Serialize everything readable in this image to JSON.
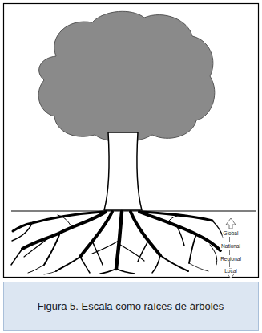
{
  "diagram": {
    "caption": "Figura 5. Escala como raíces de árboles",
    "labels": [
      "Global",
      "National",
      "Regional",
      "Local"
    ]
  }
}
